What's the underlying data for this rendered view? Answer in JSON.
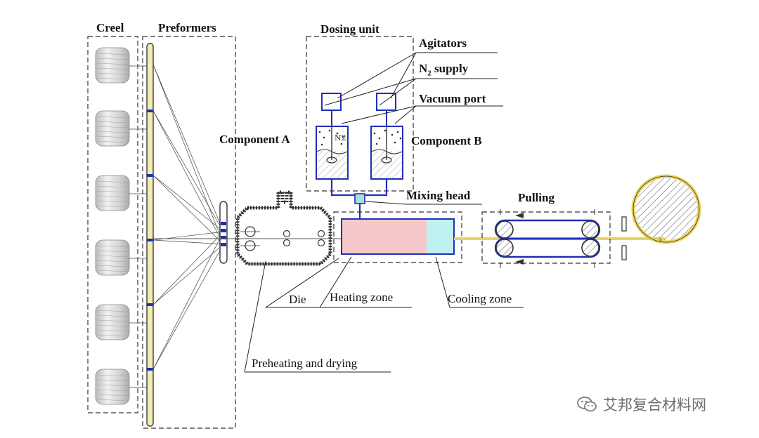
{
  "labels": {
    "creel": "Creel",
    "preformers": "Preformers",
    "dosing_unit": "Dosing unit",
    "agitators": "Agitators",
    "n2_supply_main": "N",
    "n2_supply_sub": "2",
    "n2_supply_rest": " supply",
    "vacuum_port": "Vacuum port",
    "component_a": "Component A",
    "component_b": "Component B",
    "mixing_head": "Mixing head",
    "pulling": "Pulling",
    "die": "Die",
    "heating_zone": "Heating zone",
    "cooling_zone": "Cooling zone",
    "preheating_drying": "Preheating and drying",
    "tank_n2": "N2"
  },
  "watermark": {
    "text": "艾邦复合材料网",
    "icon": "wechat-icon"
  },
  "colors": {
    "line": "#1a1a1a",
    "blue": "#1f2fb5",
    "heating_zone": "#f5c9cc",
    "cooling_zone": "#bff1f1",
    "product": "#e9d35a",
    "preformer_bar": "#f3ecb4",
    "spool": "#d9dcd9"
  }
}
